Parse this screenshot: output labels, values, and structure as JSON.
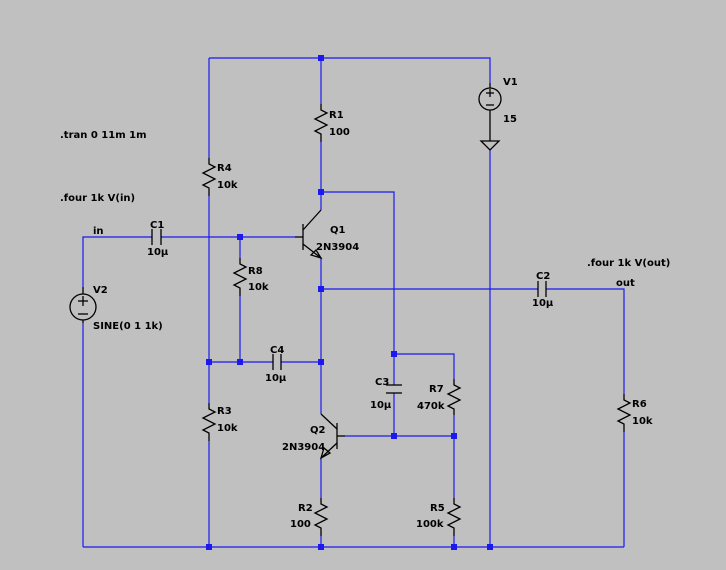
{
  "directives": {
    "tran": ".tran 0 11m 1m",
    "four_in": ".four 1k V(in)",
    "four_out": ".four 1k V(out)"
  },
  "nets": {
    "in": "in",
    "out": "out"
  },
  "components": {
    "R1": {
      "name": "R1",
      "value": "100"
    },
    "R2": {
      "name": "R2",
      "value": "100"
    },
    "R3": {
      "name": "R3",
      "value": "10k"
    },
    "R4": {
      "name": "R4",
      "value": "10k"
    },
    "R5": {
      "name": "R5",
      "value": "100k"
    },
    "R6": {
      "name": "R6",
      "value": "10k"
    },
    "R7": {
      "name": "R7",
      "value": "470k"
    },
    "R8": {
      "name": "R8",
      "value": "10k"
    },
    "C1": {
      "name": "C1",
      "value": "10µ"
    },
    "C2": {
      "name": "C2",
      "value": "10µ"
    },
    "C3": {
      "name": "C3",
      "value": "10µ"
    },
    "C4": {
      "name": "C4",
      "value": "10µ"
    },
    "Q1": {
      "name": "Q1",
      "value": "2N3904"
    },
    "Q2": {
      "name": "Q2",
      "value": "2N3904"
    },
    "V1": {
      "name": "V1",
      "value": "15"
    },
    "V2": {
      "name": "V2",
      "value": "SINE(0 1 1k)"
    }
  }
}
